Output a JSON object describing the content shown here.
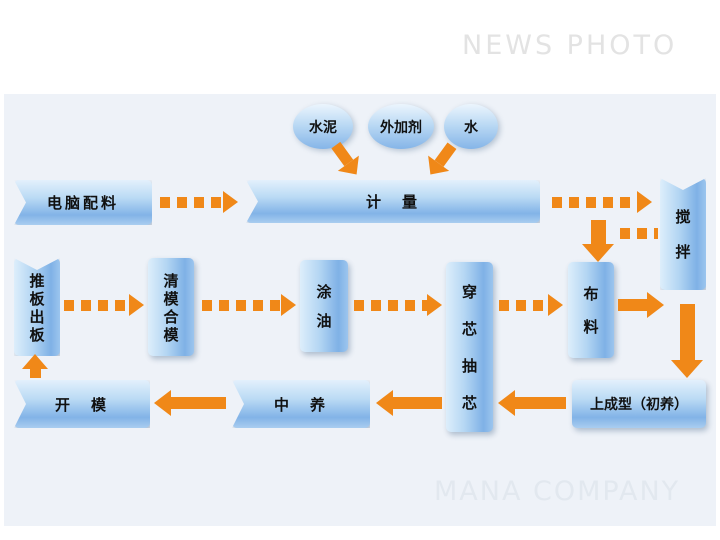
{
  "watermarks": {
    "top": "NEWS PHOTO",
    "bottom": "MANA COMPANY"
  },
  "inputs": [
    {
      "label": "水泥"
    },
    {
      "label": "外加剂"
    },
    {
      "label": "水"
    }
  ],
  "nodes": {
    "computer_config": "电脑配料",
    "measure": "计　量",
    "mix": "搅拌",
    "push_out": "推板出板",
    "clean_close": "清模合模",
    "oil": "涂油",
    "core": "穿芯抽芯",
    "distribute": "布料",
    "form": "上成型（初养）",
    "cure": "中　养",
    "open": "开　模"
  },
  "colors": {
    "arrow": "#F08818",
    "box_gradient_top": "#E3F0FC",
    "box_gradient_bottom": "#7FB1E6",
    "panel_background": "#EEF2F8",
    "text": "#101010",
    "watermark": "#E3E3E3"
  }
}
